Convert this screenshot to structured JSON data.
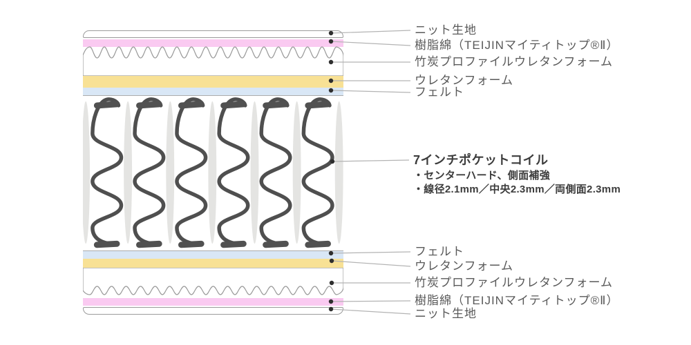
{
  "labels": {
    "top": [
      "ニット生地",
      "樹脂綿（TEIJINマイティトップ®Ⅱ）",
      "竹炭プロファイルウレタンフォーム",
      "ウレタンフォーム",
      "フェルト"
    ],
    "coil": {
      "title": "7インチポケットコイル",
      "bullets": [
        "・センターハード、側面補強",
        "・線径2.1mm／中央2.3mm／両側面2.3mm"
      ]
    },
    "bottom": [
      "フェルト",
      "ウレタンフォーム",
      "竹炭プロファイルウレタンフォーム",
      "樹脂綿（TEIJINマイティトップ®Ⅱ）",
      "ニット生地"
    ]
  },
  "layer_stack": [
    {
      "name": "ニット生地",
      "color": "#FFFFFF"
    },
    {
      "name": "樹脂綿（TEIJINマイティトップ®Ⅱ）",
      "color": "#FACAF1"
    },
    {
      "name": "竹炭プロファイルウレタンフォーム",
      "color": "#FFFFFF"
    },
    {
      "name": "ウレタンフォーム",
      "color": "#F8E195"
    },
    {
      "name": "フェルト",
      "color": "#D9E7F6"
    },
    {
      "name": "7インチポケットコイル",
      "color": "#4F4F4F"
    },
    {
      "name": "フェルト",
      "color": "#D9E7F6"
    },
    {
      "name": "ウレタンフォーム",
      "color": "#F8E195"
    },
    {
      "name": "竹炭プロファイルウレタンフォーム",
      "color": "#FFFFFF"
    },
    {
      "name": "樹脂綿（TEIJINマイティトップ®Ⅱ）",
      "color": "#FACAF1"
    },
    {
      "name": "ニット生地",
      "color": "#FFFFFF"
    }
  ],
  "colors": {
    "pink": "#FACAF1",
    "yellow": "#F8E195",
    "blue": "#D9E7F6",
    "foam_outline": "#9A9A9A",
    "spring_wire": "#4F4F4F",
    "pocket_sleeve": "#E4E4E2",
    "label_text": "#595959",
    "coil_text": "#3C3C3C",
    "leader_line": "#B3B3B3",
    "leader_dot": "#2E2E2E"
  }
}
